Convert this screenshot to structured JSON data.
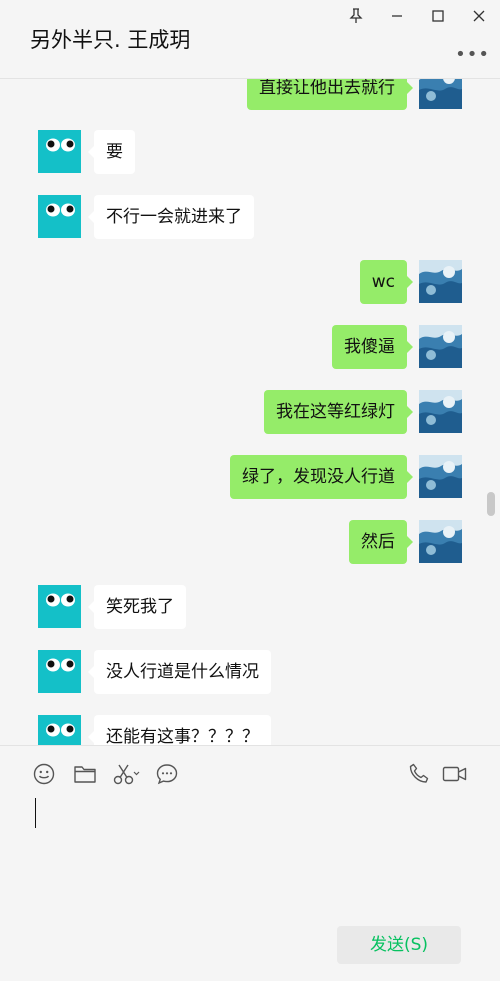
{
  "header": {
    "title": "另外半只. 王成玥"
  },
  "messages": [
    {
      "side": "out",
      "text": "直接让他出去就行"
    },
    {
      "side": "in",
      "text": "要"
    },
    {
      "side": "in",
      "text": "不行一会就进来了"
    },
    {
      "side": "out",
      "text": "wc"
    },
    {
      "side": "out",
      "text": "我傻逼"
    },
    {
      "side": "out",
      "text": "我在这等红绿灯"
    },
    {
      "side": "out",
      "text": "绿了，发现没人行道"
    },
    {
      "side": "out",
      "text": "然后"
    },
    {
      "side": "in",
      "text": "笑死我了"
    },
    {
      "side": "in",
      "text": "没人行道是什么情况"
    },
    {
      "side": "in",
      "text": "还能有这事？？？？"
    }
  ],
  "input": {
    "value": ""
  },
  "send_button": {
    "label": "发送(S)"
  },
  "colors": {
    "accent_green": "#95ec69",
    "send_text": "#07c160",
    "avatar_teal": "#14c0c8"
  }
}
